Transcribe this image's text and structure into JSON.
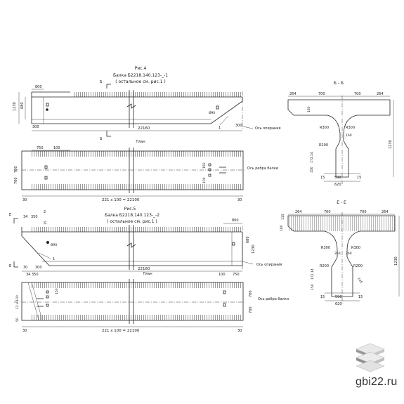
{
  "fig4": {
    "title": "Рис.4",
    "beam": "Балка Б2218.140.123-_-1",
    "note": "( остальное см. рис.1 )",
    "dims": {
      "d800": "800",
      "d1230": "1230",
      "d680": "680",
      "d300": "300",
      "d22160": "22160",
      "d300b": "300"
    },
    "markers": {
      "b1": "Б",
      "b2": "Б",
      "phi": "Ø90",
      "n1": "1",
      "support": "Ось опирания"
    },
    "plan": {
      "title": "План",
      "d750": "750",
      "d100": "100",
      "d700a": "700",
      "d700b": "700",
      "d150": "150",
      "d100b": "100",
      "span": "221 x 100 = 22100",
      "d30a": "30",
      "d30b": "30",
      "axis": "Ось ребра балки"
    }
  },
  "fig5": {
    "title": "Рис.5",
    "beam": "Балка Б2218.140.123-_-2",
    "note": "( остальное см. рис.1 )",
    "dims": {
      "d34": "34",
      "d350": "350",
      "d2": "2",
      "d15": "15",
      "d800": "800",
      "d1230": "1230",
      "d680": "680",
      "d300": "300",
      "d22160": "22160",
      "d30": "30"
    },
    "markers": {
      "phi": "Ø90",
      "n1": "1",
      "e1": "Е",
      "e2": "Е",
      "support": "Ось опирания"
    },
    "plan": {
      "title": "План",
      "d34": "34",
      "d350": "350",
      "d100": "100",
      "d750": "750",
      "d12x100": "12 x 100",
      "d50": "50",
      "d150": "150",
      "d700a": "700",
      "d700b": "700",
      "span": "221 x 100 = 22100",
      "d30a": "30",
      "d30b": "30",
      "axis": "Ось ребра балки"
    }
  },
  "sectionB": {
    "title": "Б - Б",
    "dims": {
      "d264a": "264",
      "d700a": "700",
      "d700b": "700",
      "d264b": "264",
      "d180": "180",
      "d160": "160",
      "r300a": "R300",
      "r300b": "R300",
      "r200": "R200",
      "d150": "150",
      "d172": "172,14",
      "d590": "590",
      "d15a": "15",
      "d15b": "15",
      "d620": "620",
      "d1230": "1230"
    }
  },
  "sectionE": {
    "title": "Е - Е",
    "dims": {
      "d264a": "264",
      "d700a": "700",
      "d700b": "700",
      "d264b": "264",
      "d115": "115",
      "d180": "180",
      "r300a": "R300",
      "r300b": "R300",
      "r200a": "R200",
      "r200b": "R200",
      "d260a": "260",
      "d260b": "260",
      "d150": "150",
      "d172": "172,14",
      "d590": "590",
      "d15a": "15",
      "d15b": "15",
      "d620": "620",
      "d1230": "1230",
      "d145": "145"
    }
  },
  "brand": {
    "site": "gbi22.ru"
  }
}
